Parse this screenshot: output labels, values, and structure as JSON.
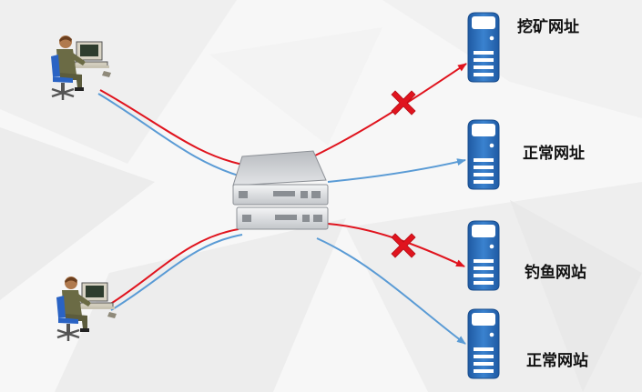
{
  "colors": {
    "blocked_link": "#e0141e",
    "allowed_link": "#5a9bd5",
    "server_blue": "#2e6fb8",
    "proxy_gray": "#cfd2d6",
    "block_mark": "#e0141e"
  },
  "destinations": [
    {
      "label": "挖矿网址",
      "status": "blocked",
      "icon": "server-icon"
    },
    {
      "label": "正常网址",
      "status": "allowed",
      "icon": "server-icon"
    },
    {
      "label": "钓鱼网站",
      "status": "blocked",
      "icon": "server-icon"
    },
    {
      "label": "正常网站",
      "status": "allowed",
      "icon": "server-icon"
    }
  ],
  "clients": [
    {
      "icon": "user-workstation-icon"
    },
    {
      "icon": "user-workstation-icon"
    }
  ],
  "gateway": {
    "icon": "gateway-server-icon"
  }
}
